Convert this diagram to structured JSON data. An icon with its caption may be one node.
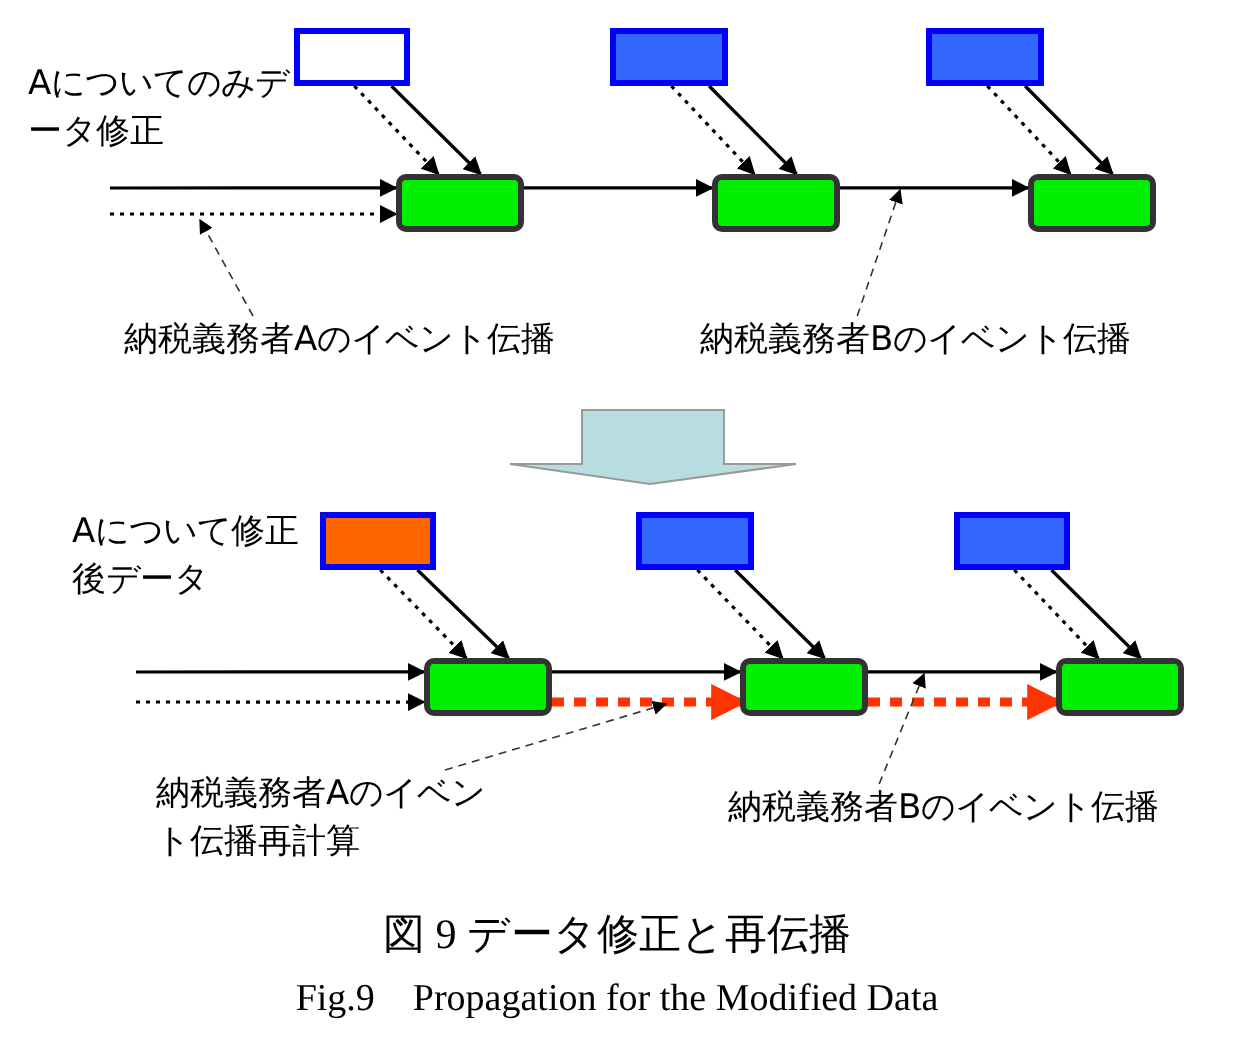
{
  "diagram": {
    "caption": "図 9 データ修正と再伝播",
    "nodes": [
      {
        "text": [],
        "shape": "box"
      },
      {
        "text": [],
        "shape": "box"
      },
      {
        "text": [],
        "shape": "box"
      },
      {
        "text": [],
        "shape": "box"
      },
      {
        "text": [],
        "shape": "box"
      },
      {
        "text": [],
        "shape": "box"
      },
      {
        "text": [
          "納税義務者Aのイベント伝播"
        ]
      },
      {
        "text": [
          "納税義務者Bのイベント伝播"
        ]
      },
      {
        "text": [],
        "shape": "box"
      },
      {
        "text": [],
        "shape": "box"
      },
      {
        "text": [],
        "shape": "box"
      },
      {
        "text": [],
        "shape": "box"
      },
      {
        "text": [],
        "shape": "box"
      },
      {
        "text": [],
        "shape": "box"
      },
      {
        "text": [
          "納税義務者Aのイベント伝播再計算"
        ]
      },
      {
        "text": [
          "納税義務者Bのイベント伝播"
        ]
      }
    ],
    "edges": [
      {
        "from": null,
        "to": 3,
        "arrow": "to"
      },
      {
        "from": null,
        "to": 3,
        "arrow": "to",
        "style": "dashed"
      },
      {
        "from": 0,
        "to": 3,
        "arrow": "to",
        "style": "dashed"
      },
      {
        "from": 0,
        "to": 3,
        "arrow": "to"
      },
      {
        "from": 1,
        "to": 4,
        "arrow": "to",
        "style": "dashed"
      },
      {
        "from": 1,
        "to": 4,
        "arrow": "to"
      },
      {
        "from": 2,
        "to": 5,
        "arrow": "to",
        "style": "dashed"
      },
      {
        "from": 2,
        "to": 5,
        "arrow": "to"
      },
      {
        "from": 3,
        "to": 4,
        "arrow": "to"
      },
      {
        "from": 4,
        "to": 5,
        "arrow": "to"
      },
      {
        "from": 6,
        "to": null,
        "arrow": "to",
        "style": "dashed"
      },
      {
        "from": 7,
        "to": null,
        "arrow": "to",
        "style": "dashed"
      },
      {
        "from": null,
        "to": 11,
        "arrow": "to"
      },
      {
        "from": null,
        "to": 11,
        "arrow": "to",
        "style": "dashed"
      },
      {
        "from": 8,
        "to": 11,
        "arrow": "to",
        "style": "dashed"
      },
      {
        "from": 8,
        "to": 11,
        "arrow": "to"
      },
      {
        "from": 9,
        "to": 12,
        "arrow": "to",
        "style": "dashed"
      },
      {
        "from": 9,
        "to": 12,
        "arrow": "to"
      },
      {
        "from": 10,
        "to": 13,
        "arrow": "to",
        "style": "dashed"
      },
      {
        "from": 10,
        "to": 13,
        "arrow": "to"
      },
      {
        "from": 11,
        "to": 12,
        "arrow": "to"
      },
      {
        "from": 12,
        "to": 13,
        "arrow": "to"
      },
      {
        "from": 11,
        "to": 12,
        "arrow": "to",
        "style": "dashed",
        "color": "#ff3300"
      },
      {
        "from": 12,
        "to": 13,
        "arrow": "to",
        "style": "dashed",
        "color": "#ff3300"
      },
      {
        "from": 14,
        "to": null,
        "arrow": "to",
        "style": "dashed"
      },
      {
        "from": 15,
        "to": null,
        "arrow": "to",
        "style": "dashed"
      }
    ],
    "labels": [
      "Aについてのみデータ修正",
      "Aについて修正後データ",
      "Fig.9　Propagation for the Modified Data"
    ]
  }
}
